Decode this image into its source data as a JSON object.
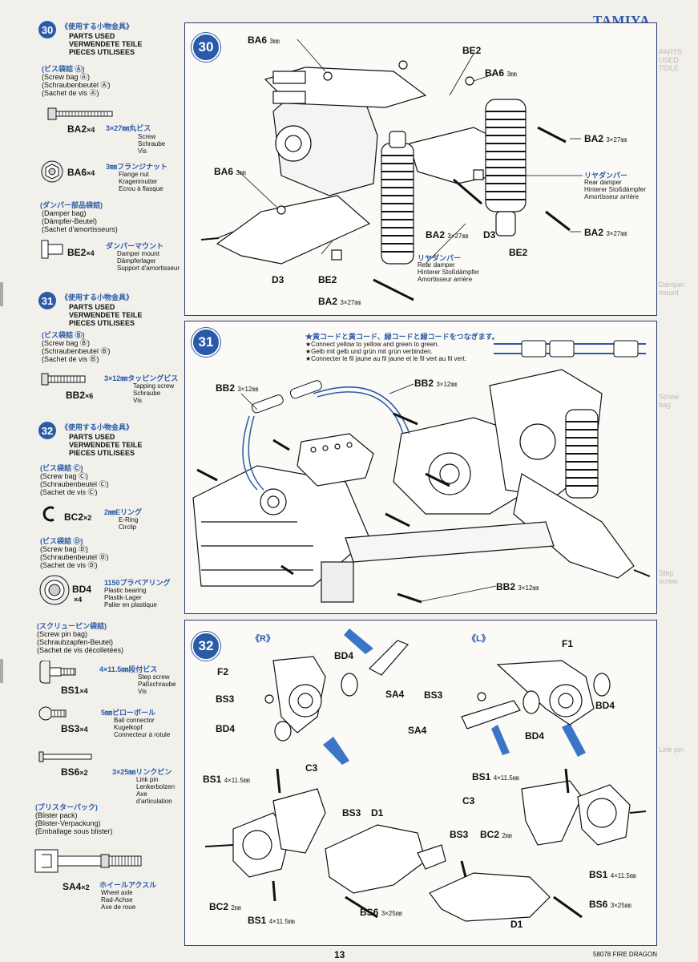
{
  "header": {
    "brand": "TAMIYA",
    "page_number": "13",
    "footer": "58078 FIRE DRAGON"
  },
  "sidebar": {
    "step30": {
      "num": "30",
      "jp": "《使用する小物金具》",
      "title": [
        "PARTS USED",
        "VERWENDETE TEILE",
        "PIECES UTILISEES"
      ],
      "bagA": {
        "jp": "(ビス袋詰 Ⓐ)",
        "lines": [
          "(Screw bag Ⓐ)",
          "(Schraubenbeutel Ⓐ)",
          "(Sachet de vis Ⓐ)"
        ]
      },
      "ba2": {
        "code": "BA2",
        "qty": "×4",
        "jp": "3×27㎜丸ビス",
        "lines": [
          "Screw",
          "Schraube",
          "Vis"
        ]
      },
      "ba6": {
        "code": "BA6",
        "qty": "×4",
        "jp": "3㎜フランジナット",
        "lines": [
          "Flange nut",
          "Kragenmutter",
          "Ecrou à flasque"
        ]
      },
      "damperBag": {
        "jp": "(ダンパー部品袋詰)",
        "lines": [
          "(Damper bag)",
          "(Dämpfer-Beutel)",
          "(Sachet d'amortisseurs)"
        ]
      },
      "be2": {
        "code": "BE2",
        "qty": "×4",
        "jp": "ダンパーマウント",
        "lines": [
          "Damper mount",
          "Dämpferlager",
          "Support d'amortisseur"
        ]
      }
    },
    "step31": {
      "num": "31",
      "jp": "《使用する小物金具》",
      "title": [
        "PARTS USED",
        "VERWENDETE TEILE",
        "PIECES UTILISEES"
      ],
      "bagB": {
        "jp": "(ビス袋詰 Ⓑ)",
        "lines": [
          "(Screw bag Ⓑ)",
          "(Schraubenbeutel Ⓑ)",
          "(Sachet de vis Ⓑ)"
        ]
      },
      "bb2": {
        "code": "BB2",
        "qty": "×6",
        "jp": "3×12㎜タッピングビス",
        "lines": [
          "Tapping screw",
          "Schraube",
          "Vis"
        ]
      }
    },
    "step32": {
      "num": "32",
      "jp": "《使用する小物金具》",
      "title": [
        "PARTS USED",
        "VERWENDETE TEILE",
        "PIECES UTILISEES"
      ],
      "bagC": {
        "jp": "(ビス袋詰 Ⓒ)",
        "lines": [
          "(Screw bag Ⓒ)",
          "(Schraubenbeutel Ⓒ)",
          "(Sachet de vis Ⓒ)"
        ]
      },
      "bc2": {
        "code": "BC2",
        "qty": "×2",
        "jp": "2㎜Eリング",
        "lines": [
          "E-Ring",
          "Circlip"
        ]
      },
      "bagD": {
        "jp": "(ビス袋詰 Ⓓ)",
        "lines": [
          "(Screw bag Ⓓ)",
          "(Schraubenbeutel Ⓓ)",
          "(Sachet de vis Ⓓ)"
        ]
      },
      "bd4": {
        "code": "BD4",
        "qty": "×4",
        "jp": "1150プラベアリング",
        "lines": [
          "Plastic bearing",
          "Plastik-Lager",
          "Palier en plastique"
        ]
      },
      "pinBag": {
        "jp": "(スクリューピン袋詰)",
        "lines": [
          "(Screw pin bag)",
          "(Schraubzapfen-Beutel)",
          "(Sachet de vis décolletées)"
        ]
      },
      "bs1": {
        "code": "BS1",
        "qty": "×4",
        "jp": "4×11.5㎜段付ビス",
        "lines": [
          "Step screw",
          "Paßschraube",
          "Vis"
        ]
      },
      "bs3": {
        "code": "BS3",
        "qty": "×4",
        "jp": "5㎜ピローボール",
        "lines": [
          "Ball connector",
          "Kugelkopf",
          "Connecteur à rotule"
        ]
      },
      "bs6": {
        "code": "BS6",
        "qty": "×2",
        "jp": "3×25㎜リンクピン",
        "lines": [
          "Link pin",
          "Lenkerbolzen",
          "Axe d'articulation"
        ]
      },
      "blister": {
        "jp": "(ブリスターパック)",
        "lines": [
          "(Blister pack)",
          "(Blister-Verpackung)",
          "(Emballage sous blister)"
        ]
      },
      "sa4": {
        "code": "SA4",
        "qty": "×2",
        "jp": "ホイールアクスル",
        "lines": [
          "Wheel axle",
          "Rad-Achse",
          "Axe de roue"
        ]
      }
    }
  },
  "panel30": {
    "num": "30",
    "labels": {
      "ba6": "BA6",
      "mm3": "3㎜",
      "be2": "BE2",
      "ba2": "BA2",
      "mm327": "3×27㎜",
      "d3": "D3"
    },
    "rearDamperL": {
      "jp": "リヤダンパー",
      "lines": [
        "Rear damper",
        "Hinterer Stoßdämpfer",
        "Amortisseur arrière"
      ]
    },
    "rearDamperR": {
      "jp": "リヤダンパー",
      "lines": [
        "Rear damper",
        "Hinterer Stoßdämpfer",
        "Amortisseur arrière"
      ]
    }
  },
  "panel31": {
    "num": "31",
    "note_jp": "★黄コードと黄コード、緑コードと緑コードをつなぎます。",
    "note": [
      "★Connect yellow to yellow and green to green.",
      "★Gelb mit gelb und grün mit grün verbinden.",
      "★Connecter le fil jaune au fil jaune et le fil vert au fil vert."
    ],
    "bb2": "BB2",
    "mm": "3×12㎜"
  },
  "panel32": {
    "num": "32",
    "right": "《R》",
    "left": "《L》",
    "labels": {
      "f2": "F2",
      "f1": "F1",
      "bd4": "BD4",
      "bs3": "BS3",
      "sa4": "SA4",
      "c3": "C3",
      "d1": "D1",
      "bs1": "BS1",
      "bc2": "BC2",
      "bs6": "BS6",
      "mm115": "4×11.5㎜",
      "mm2": "2㎜",
      "mm325": "3×25㎜"
    }
  },
  "colors": {
    "accent": "#2a5aa8",
    "ink": "#111111",
    "paper": "#fbfaf6"
  }
}
